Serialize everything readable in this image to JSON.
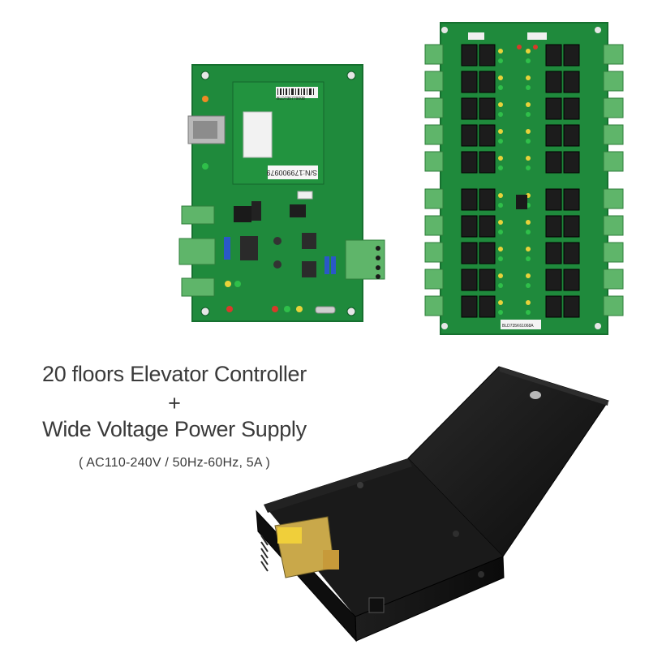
{
  "captions": {
    "line1": "20 floors Elevator Controller",
    "line2": "+",
    "line3": "Wide Voltage Power Supply",
    "line4": "( AC110-240V / 50Hz-60Hz, 5A )"
  },
  "pcb_labels": {
    "serial": "S/N:179900979",
    "barcode_top": "BLD735779008",
    "barcode_bottom": "BLD735K61068A"
  },
  "colors": {
    "pcb_green": "#1f8a3c",
    "pcb_dark": "#16702f",
    "relay_black": "#1c1c1c",
    "terminal_green": "#5fb56a",
    "box_black": "#141414",
    "background": "#ffffff"
  }
}
